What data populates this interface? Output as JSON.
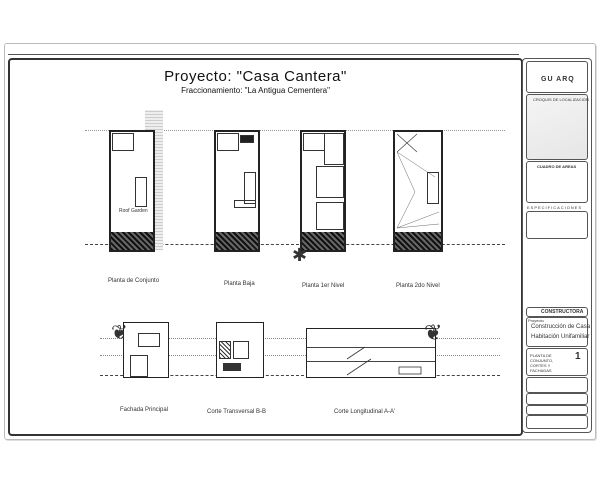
{
  "sheet": {
    "title": "Proyecto: \"Casa Cantera\"",
    "subtitle": "Fraccionamiento: \"La Antigua Cementera\""
  },
  "plans": [
    {
      "label": "Planta de Conjunto"
    },
    {
      "label": "Planta Baja"
    },
    {
      "label": "Planta 1er Nivel"
    },
    {
      "label": "Planta 2do Nivel"
    }
  ],
  "elevations": [
    {
      "label": "Fachada Principal"
    },
    {
      "label": "Corte Transversal B-B"
    },
    {
      "label": "Corte Longitudinal A-A'"
    }
  ],
  "title_block": {
    "logo_text": "GU ARQ",
    "location_title": "CROQUIS DE LOCALIZACION",
    "areas_title": "CUADRO DE AREAS",
    "specs_title": "ESPECIFICACIONES",
    "constructora_label": "CONSTRUCTORA",
    "project_label": "Proyecto",
    "project_name_1": "Construcción de Casa",
    "project_name_2": "Habitación Unifamiliar",
    "plan_title": "PLANTA DE CONJUNTO, CORTES Y FACHADAS",
    "sheet_number": "1"
  }
}
